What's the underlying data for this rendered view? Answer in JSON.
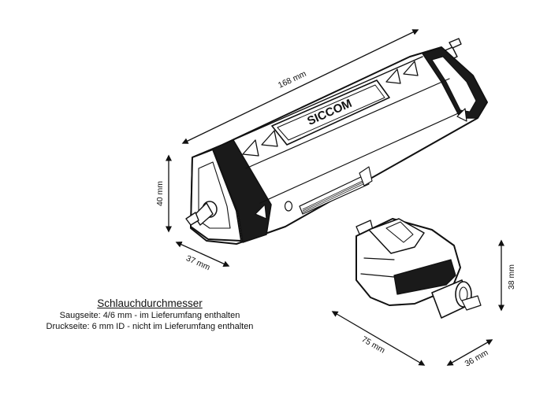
{
  "brand": "SICCOM",
  "dimensions": {
    "pump_length": "168 mm",
    "pump_height": "40 mm",
    "pump_width": "37 mm",
    "sensor_length": "75 mm",
    "sensor_width": "36 mm",
    "sensor_height": "38 mm"
  },
  "notes": {
    "heading": "Schlauchdurchmesser",
    "suction": "Saugseite: 4/6 mm - im Lieferumfang enthalten",
    "pressure": "Druckseite: 6 mm ID - nicht im Lieferumfang enthalten"
  }
}
